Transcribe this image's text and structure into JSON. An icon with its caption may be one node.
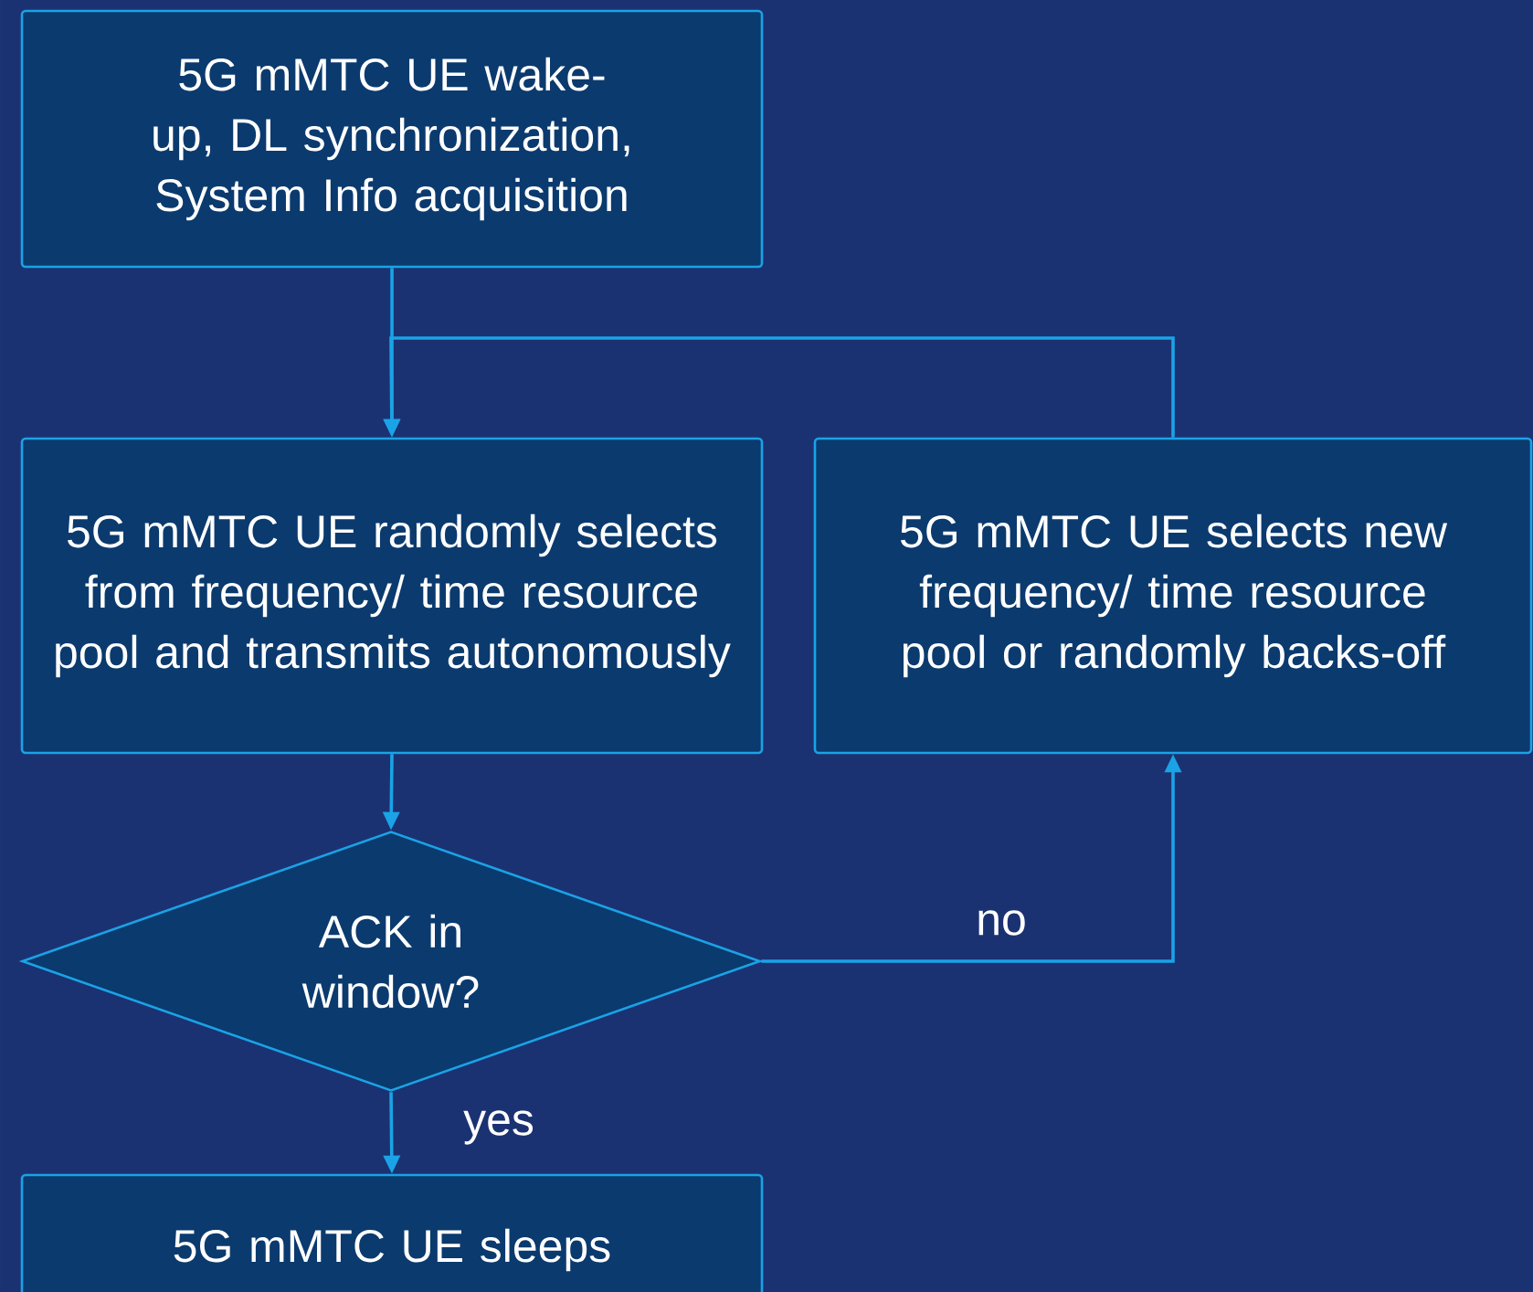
{
  "diagram": {
    "nodes": [
      {
        "text": [
          "5G mMTC UE wake-up, DL synchronization, System Info acquisition"
        ]
      },
      {
        "text": [
          "5G mMTC UE randomly selects from frequency/ time resource pool and transmits autonomously"
        ]
      },
      {
        "text": [
          "5G mMTC UE selects new frequency/ time resource pool or randomly backs-off"
        ]
      },
      {
        "text": [
          "ACK in window?"
        ]
      },
      {
        "text": [
          "5G mMTC UE sleeps"
        ]
      }
    ],
    "edges": [
      {
        "from": 0,
        "to": 1,
        "arrow": "to"
      },
      {
        "from": 2,
        "to": 1,
        "arrow": "to"
      },
      {
        "from": 1,
        "to": 3,
        "arrow": "to"
      },
      {
        "from": 3,
        "to": 2,
        "arrow": "to",
        "label": "no"
      },
      {
        "from": 3,
        "to": 4,
        "arrow": "to",
        "label": "yes"
      }
    ]
  }
}
